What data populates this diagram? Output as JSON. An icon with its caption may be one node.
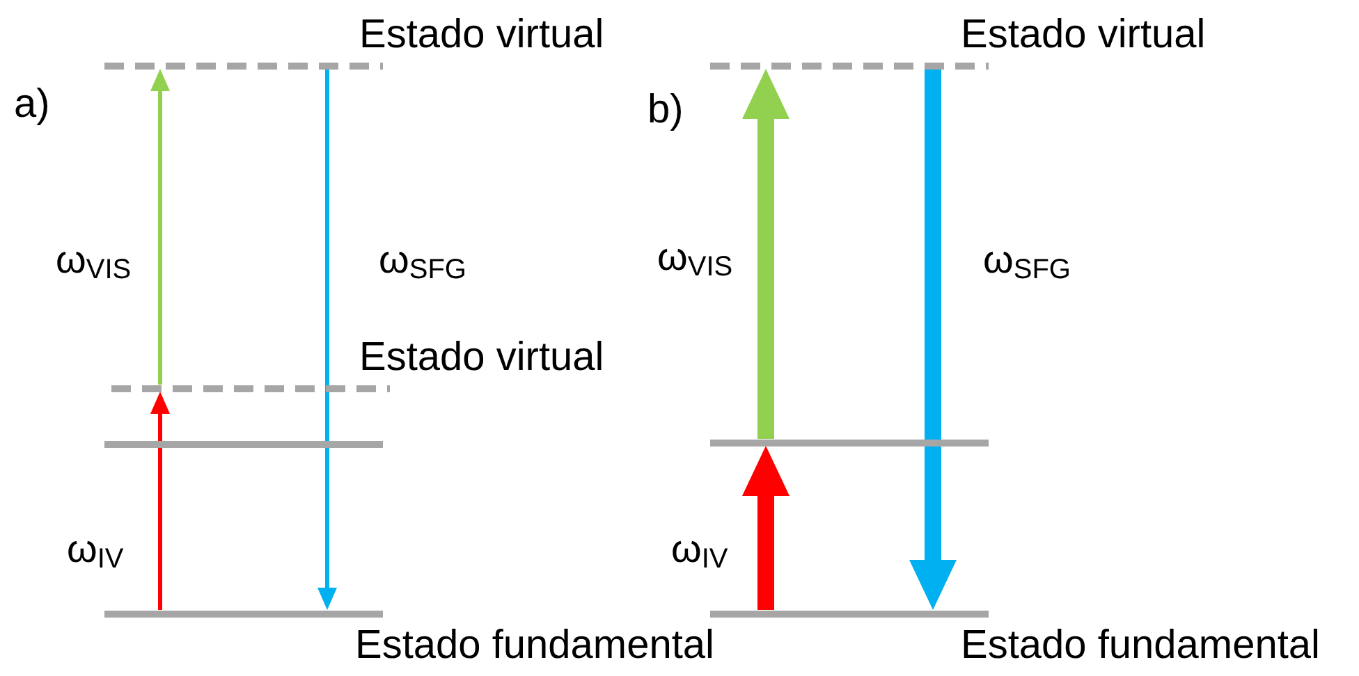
{
  "diagram": {
    "nodes": [
      {
        "text": [
          "Estado virtual"
        ]
      },
      {
        "text": [
          "Estado virtual"
        ]
      },
      {
        "text": [],
        "shape": "bar"
      },
      {
        "text": [
          "Estado fundamental"
        ]
      },
      {
        "text": [
          "Estado virtual"
        ]
      },
      {
        "text": [],
        "shape": "bar"
      },
      {
        "text": [
          "Estado fundamental"
        ]
      }
    ],
    "edges": [
      {
        "from": 3,
        "to": 1,
        "arrow": "to",
        "label": "ω$_{IV}$",
        "color": "#ff0000"
      },
      {
        "from": 1,
        "to": 0,
        "arrow": "to",
        "label": "ω$_{VIS}$",
        "color": "#92d050"
      },
      {
        "from": 0,
        "to": 3,
        "arrow": "to",
        "label": "ω$_{SFG}$",
        "color": "#00b0f0"
      },
      {
        "from": 6,
        "to": 5,
        "arrow": "to",
        "label": "ω$_{IV}$",
        "style": "thick",
        "color": "#ff0000"
      },
      {
        "from": 5,
        "to": 4,
        "arrow": "to",
        "label": "ω$_{VIS}$",
        "style": "thick",
        "color": "#92d050"
      },
      {
        "from": 4,
        "to": 6,
        "arrow": "to",
        "label": "ω$_{SFG}$",
        "style": "thick",
        "color": "#00b0f0"
      }
    ],
    "labels": [
      "a)",
      "b)"
    ]
  }
}
